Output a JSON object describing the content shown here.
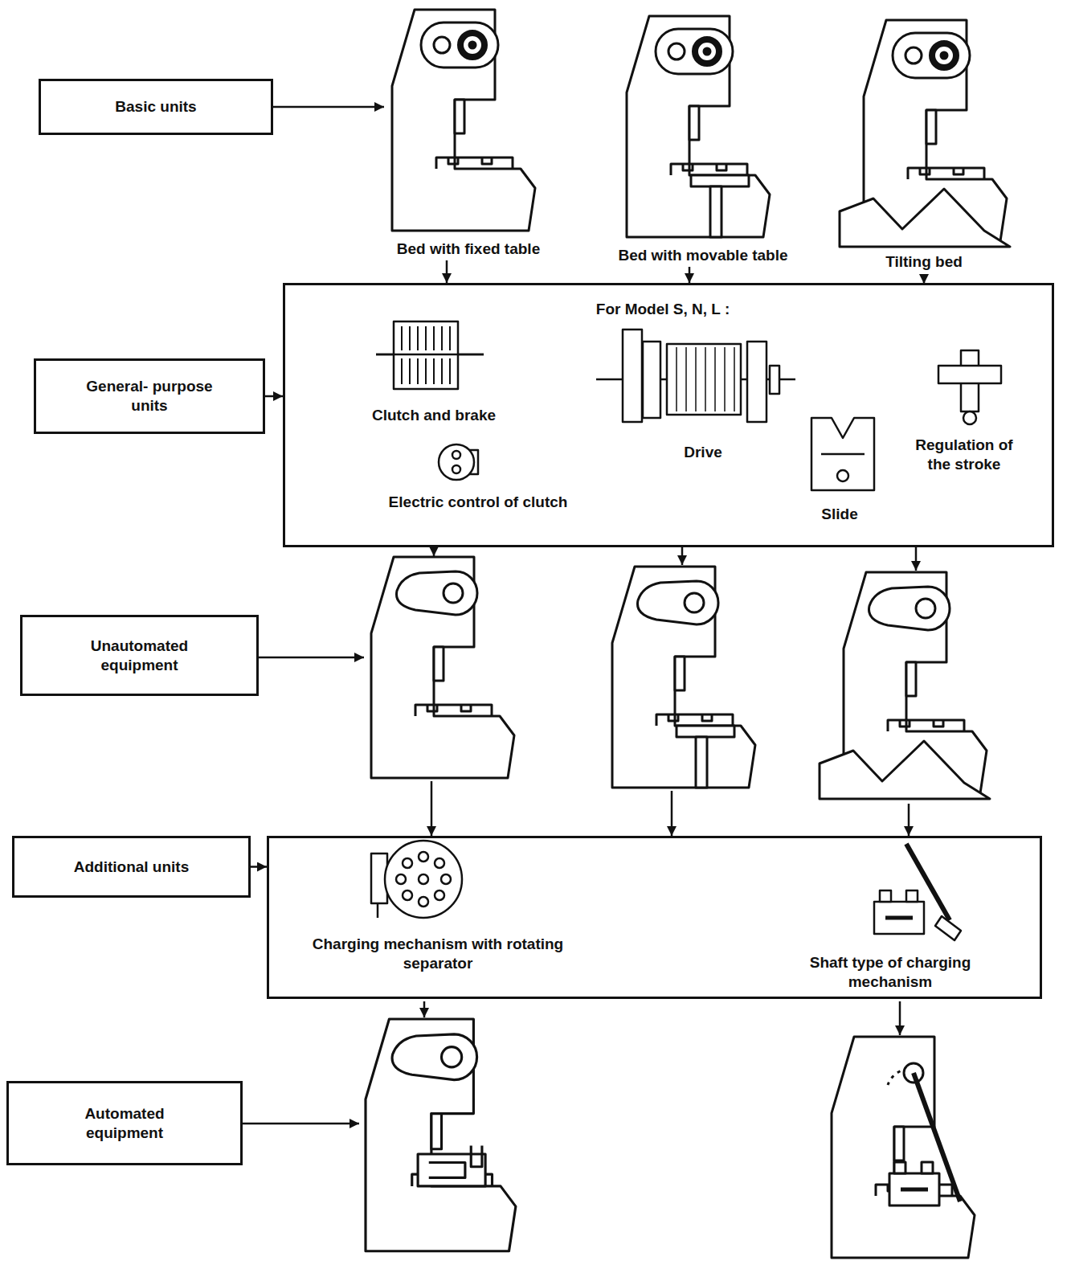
{
  "diagram": {
    "nodes": [
      {
        "text": [
          "Basic units"
        ]
      },
      {
        "text": [
          "General- purpose units"
        ]
      },
      {
        "text": [
          "For Model S, N, L :",
          "Clutch and brake",
          "Drive",
          "Regulation of the stroke",
          "Electric control of clutch",
          "Slide"
        ]
      },
      {
        "text": [
          "Unautomated equipment"
        ]
      },
      {
        "text": [
          "Additional units"
        ]
      },
      {
        "text": [
          "Charging mechanism with rotating separator",
          "Shaft type of charging mechanism"
        ]
      },
      {
        "text": [
          "Automated equipment"
        ]
      }
    ],
    "edges": [
      {
        "from": 1,
        "to": 2,
        "arrow": "to"
      },
      {
        "from": 4,
        "to": 5,
        "arrow": "to"
      }
    ],
    "labels": [
      "Bed with fixed table",
      "Bed with movable table",
      "Tilting bed"
    ]
  }
}
